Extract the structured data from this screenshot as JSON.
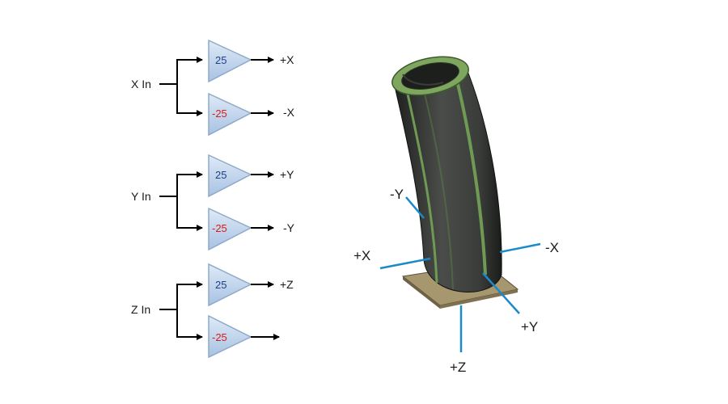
{
  "diagram": {
    "groups": [
      {
        "input_label": "X In",
        "amp_top": {
          "gain": "25",
          "output": "+X"
        },
        "amp_bottom": {
          "gain": "-25",
          "output": "-X"
        }
      },
      {
        "input_label": "Y In",
        "amp_top": {
          "gain": "25",
          "output": "+Y"
        },
        "amp_bottom": {
          "gain": "-25",
          "output": "-Y"
        }
      },
      {
        "input_label": "Z In",
        "amp_top": {
          "gain": "25",
          "output": "+Z"
        },
        "amp_bottom": {
          "gain": "-25",
          "output": ""
        }
      }
    ],
    "tube_axes": {
      "minus_y": "-Y",
      "plus_x": "+X",
      "minus_x": "-X",
      "plus_y": "+Y",
      "plus_z": "+Z"
    },
    "colors": {
      "wire": "#000000",
      "amp_fill_top": "#dbe8f6",
      "amp_fill_bottom": "#a9c4e4",
      "amp_stroke": "#8fa9c8",
      "gain_positive": "#1f3f8a",
      "gain_negative": "#d91c1c",
      "tube_body": "#2f322f",
      "tube_stripe": "#6f9a54",
      "base_plate": "#9e8f6a",
      "axis_line": "#1a8ac8"
    }
  }
}
